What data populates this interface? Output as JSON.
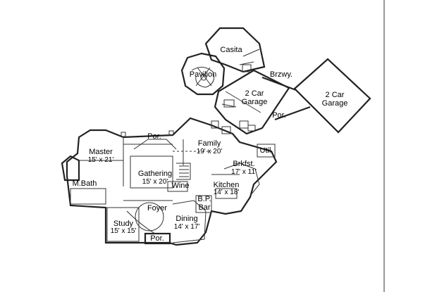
{
  "rooms": {
    "casita": {
      "name": "Casita"
    },
    "pavilion": {
      "name": "Pavilion"
    },
    "breezeway": {
      "name": "Brzwy."
    },
    "garage_a": {
      "name_line1": "2 Car",
      "name_line2": "Garage"
    },
    "garage_b": {
      "name_line1": "2 Car",
      "name_line2": "Garage"
    },
    "porch_garage": {
      "name": "Por."
    },
    "porch_top": {
      "name": "Por."
    },
    "master": {
      "name": "Master",
      "dims": "15' x 21'"
    },
    "family": {
      "name": "Family",
      "dims": "19' x 20'"
    },
    "utility": {
      "name": "Util."
    },
    "breakfast": {
      "name": "Brkfst.",
      "dims": "17' x 11'"
    },
    "gathering": {
      "name": "Gathering",
      "dims": "15' x 20'"
    },
    "master_bath": {
      "name": "M.Bath"
    },
    "wine": {
      "name": "Wine"
    },
    "kitchen": {
      "name": "Kitchen",
      "dims": "14' x 18'"
    },
    "butler_pantry": {
      "name_line1": "B.P.",
      "name_line2": "Bar"
    },
    "foyer": {
      "name": "Foyer"
    },
    "study": {
      "name": "Study",
      "dims": "15' x 15'"
    },
    "dining": {
      "name": "Dining",
      "dims": "14' x 17'"
    },
    "porch_front": {
      "name": "Por."
    }
  },
  "colors": {
    "lines": "#222222",
    "background": "#ffffff"
  }
}
